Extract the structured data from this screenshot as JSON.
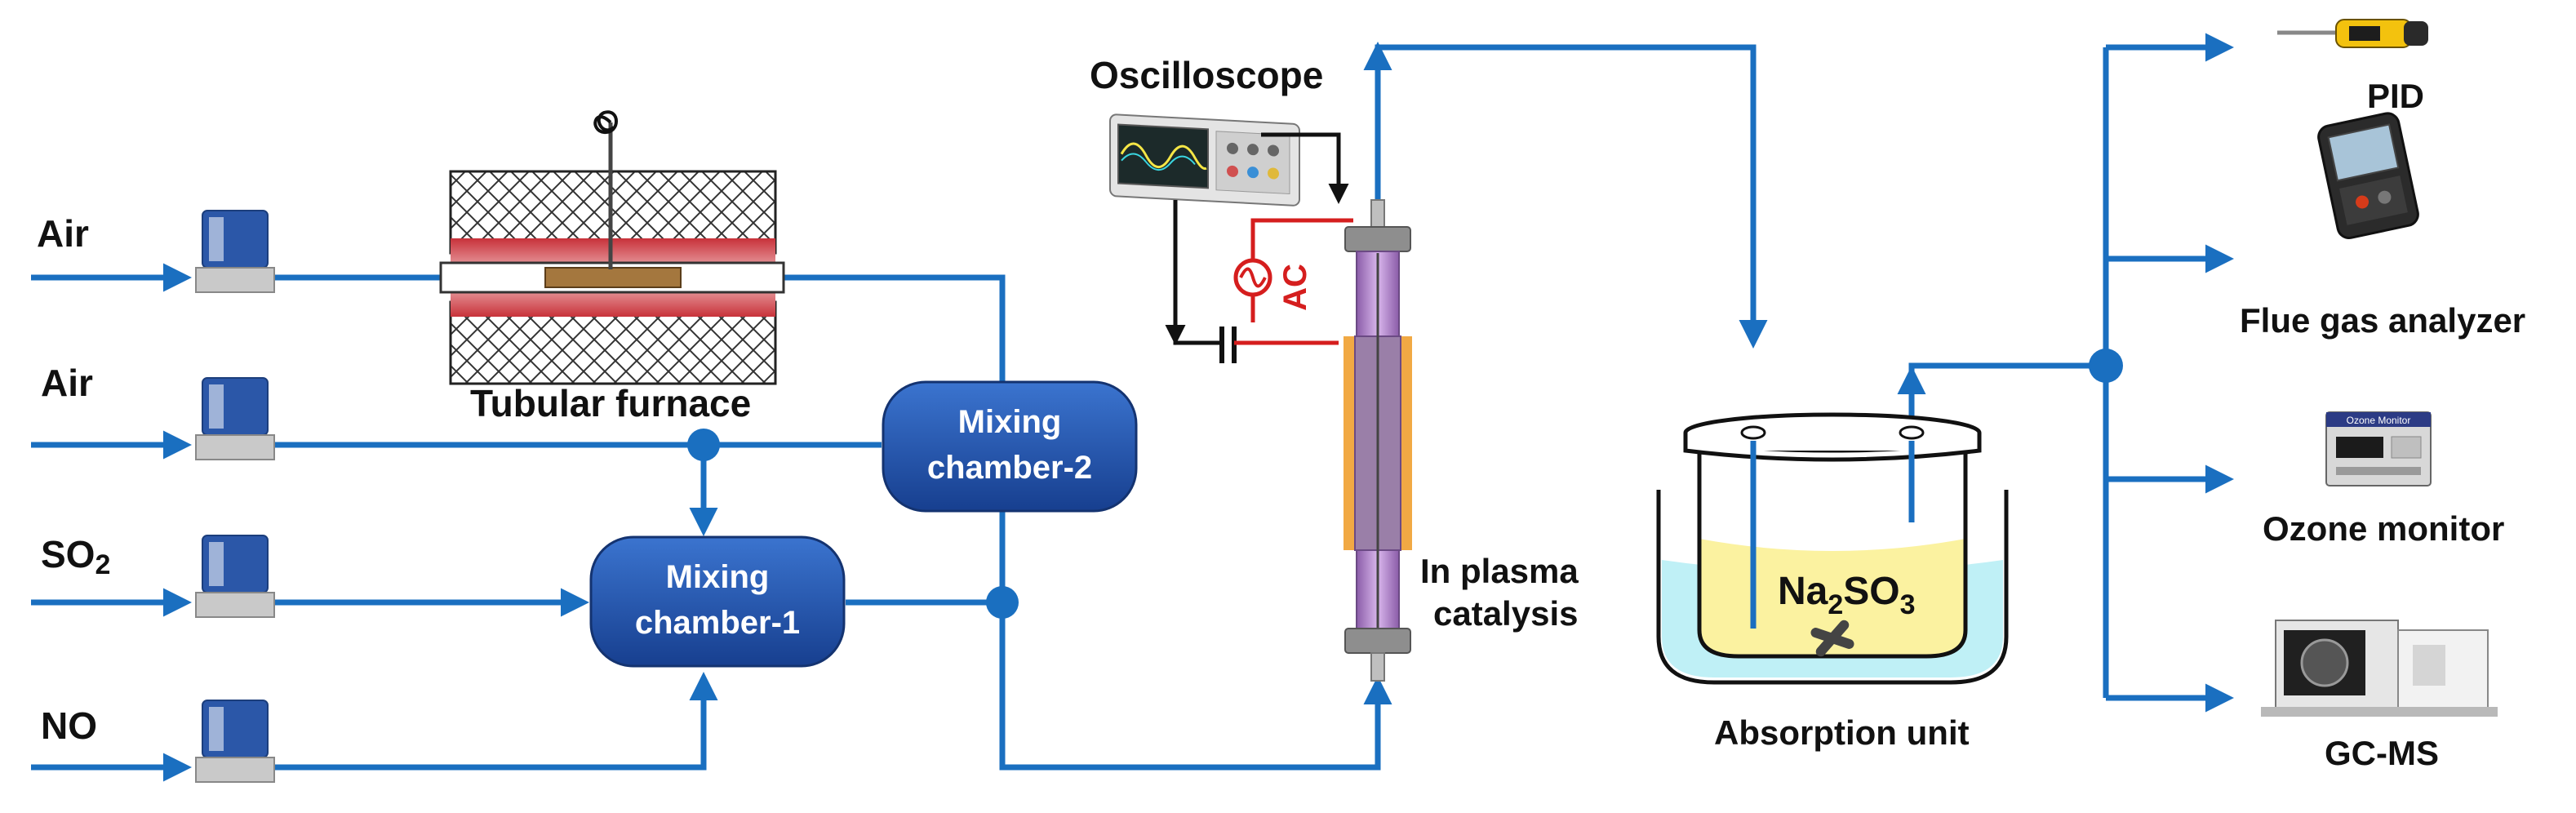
{
  "inlets": {
    "air_1": "Air",
    "air_2": "Air",
    "so2_main": "SO",
    "so2_sub": "2",
    "no": "NO"
  },
  "furnace": {
    "label": "Tubular furnace"
  },
  "chamber_2": {
    "line1": "Mixing",
    "line2": "chamber-2"
  },
  "chamber_1": {
    "line1": "Mixing",
    "line2": "chamber-1"
  },
  "oscilloscope": {
    "label": "Oscilloscope"
  },
  "power": {
    "label": "AC"
  },
  "reactor": {
    "line1": "In plasma",
    "line2": "catalysis"
  },
  "absorber": {
    "label": "Absorption unit",
    "solution_a": "Na",
    "solution_sub": "2",
    "solution_b": "SO",
    "solution_sub2": "3"
  },
  "analyzers": {
    "pid": "PID",
    "flue": "Flue gas analyzer",
    "ozone": "Ozone monitor",
    "ozone_screen": "Ozone Monitor",
    "gcms": "GC-MS"
  },
  "colors": {
    "pipe": "#1a6fc0",
    "chamber": "#1f4fa6",
    "furnace_heat": "#c8323a",
    "reactor_tube": "#b48ad0",
    "electrode": "#f0a030",
    "solution": "#fbf2a0",
    "bath": "#bff0f6"
  }
}
